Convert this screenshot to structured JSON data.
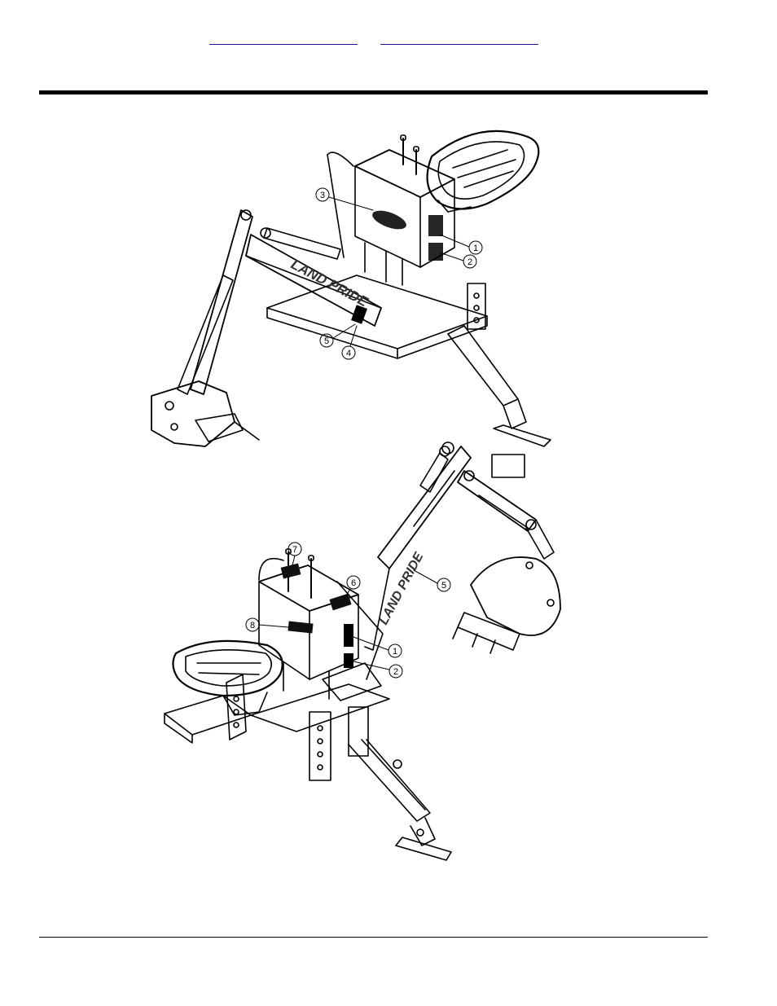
{
  "header": {
    "links": [
      {
        "label": ""
      },
      {
        "label": ""
      }
    ]
  },
  "figure": {
    "top_view": {
      "callouts": [
        "3",
        "1",
        "2",
        "5",
        "4"
      ],
      "boom_decal": "LAND PRIDE"
    },
    "bottom_view": {
      "callouts": [
        "7",
        "6",
        "8",
        "1",
        "2",
        "5"
      ],
      "boom_decal": "LAND PRIDE"
    }
  }
}
